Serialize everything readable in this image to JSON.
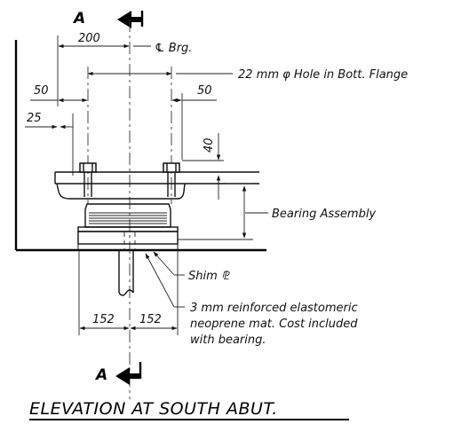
{
  "section_marker": {
    "letter": "A"
  },
  "title": "ELEVATION AT SOUTH ABUT.",
  "callouts": {
    "centerline": "℄ Brg.",
    "hole": "22 mm φ Hole in Bott. Flange",
    "bearing_assembly": "Bearing Assembly",
    "shim": "Shim ⅊",
    "mat_line1": "3 mm reinforced elastomeric",
    "mat_line2": "neoprene mat.  Cost included",
    "mat_line3": "with bearing."
  },
  "dimensions": {
    "top_200": "200",
    "left_50": "50",
    "right_50": "50",
    "left_25": "25",
    "vert_40": "40",
    "bottom_left_152": "152",
    "bottom_right_152": "152"
  }
}
